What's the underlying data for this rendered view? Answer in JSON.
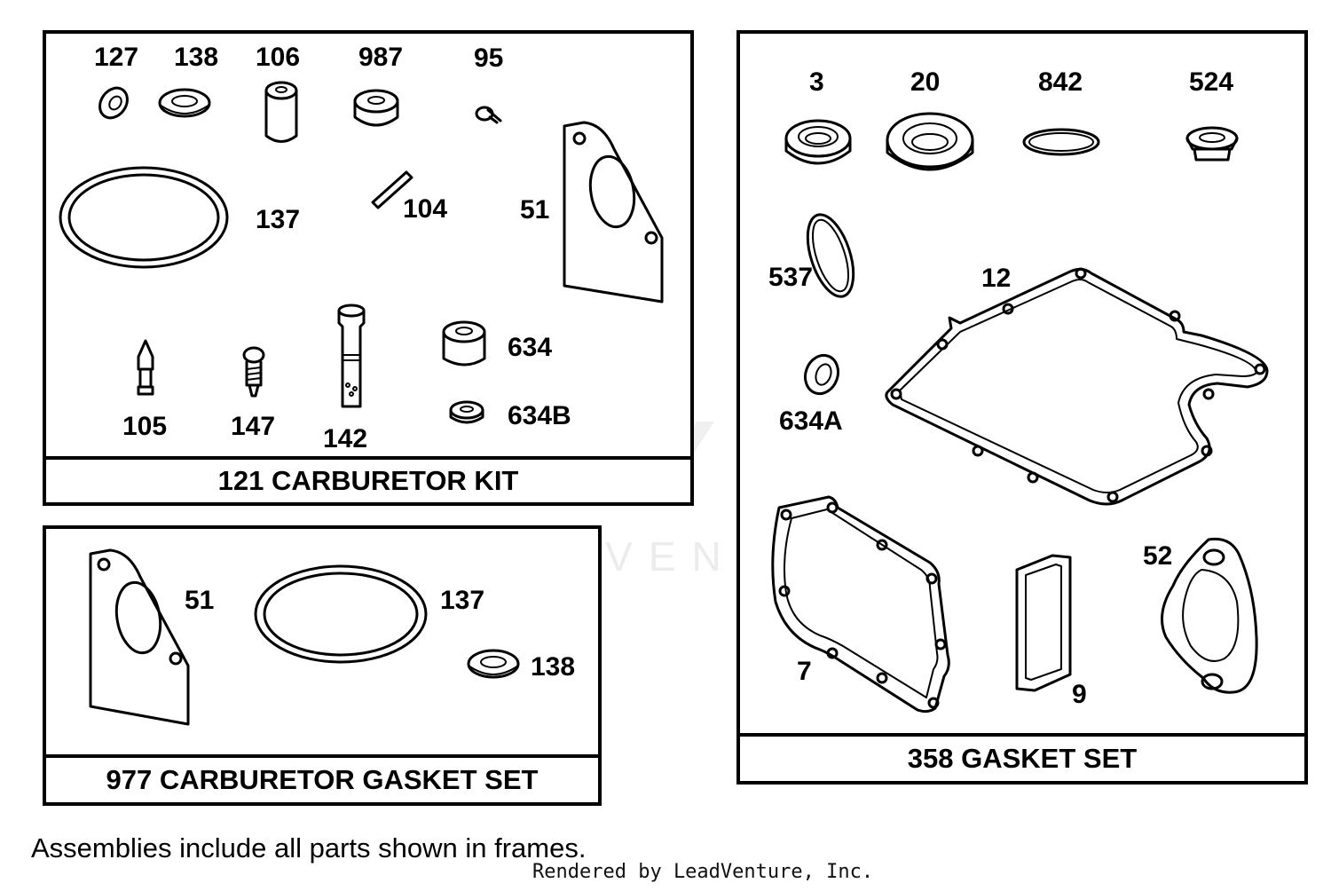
{
  "watermark": "LEADVENTURE",
  "footnote": "Assemblies include all parts shown in frames.",
  "rendered_by": "Rendered by LeadVenture, Inc.",
  "carburetor_kit": {
    "caption": "121 CARBURETOR KIT",
    "labels": {
      "p127": "127",
      "p138": "138",
      "p106": "106",
      "p987": "987",
      "p95": "95",
      "p137": "137",
      "p104": "104",
      "p51": "51",
      "p634": "634",
      "p634b": "634B",
      "p105": "105",
      "p147": "147",
      "p142": "142"
    }
  },
  "carburetor_gasket_set": {
    "caption": "977 CARBURETOR GASKET SET",
    "labels": {
      "p51": "51",
      "p137": "137",
      "p138": "138"
    }
  },
  "gasket_set": {
    "caption": "358 GASKET SET",
    "labels": {
      "p3": "3",
      "p20": "20",
      "p842": "842",
      "p524": "524",
      "p537": "537",
      "p12": "12",
      "p634a": "634A",
      "p7": "7",
      "p9": "9",
      "p52": "52"
    }
  }
}
